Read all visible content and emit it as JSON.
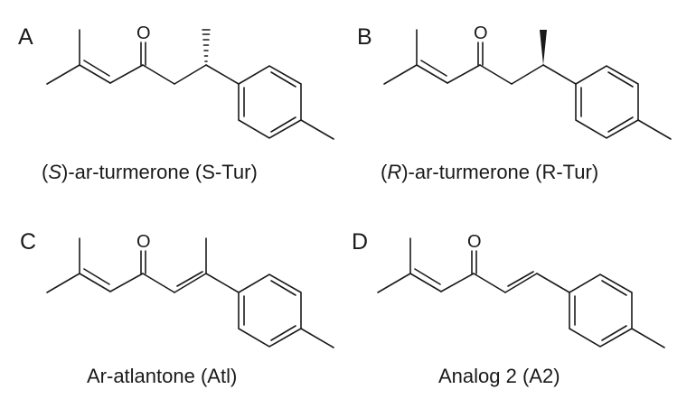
{
  "panels": [
    {
      "letter": "A",
      "caption_prefix": "(",
      "caption_italic": "S",
      "caption_rest": ")-ar-turmerone (S-Tur)",
      "stereo": "hashed"
    },
    {
      "letter": "B",
      "caption_prefix": "(",
      "caption_italic": "R",
      "caption_rest": ")-ar-turmerone (R-Tur)",
      "stereo": "wedge"
    },
    {
      "letter": "C",
      "caption": "Ar-atlantone (Atl)"
    },
    {
      "letter": "D",
      "caption": "Analog 2 (A2)"
    }
  ],
  "atoms": {
    "oxygen": "O"
  }
}
